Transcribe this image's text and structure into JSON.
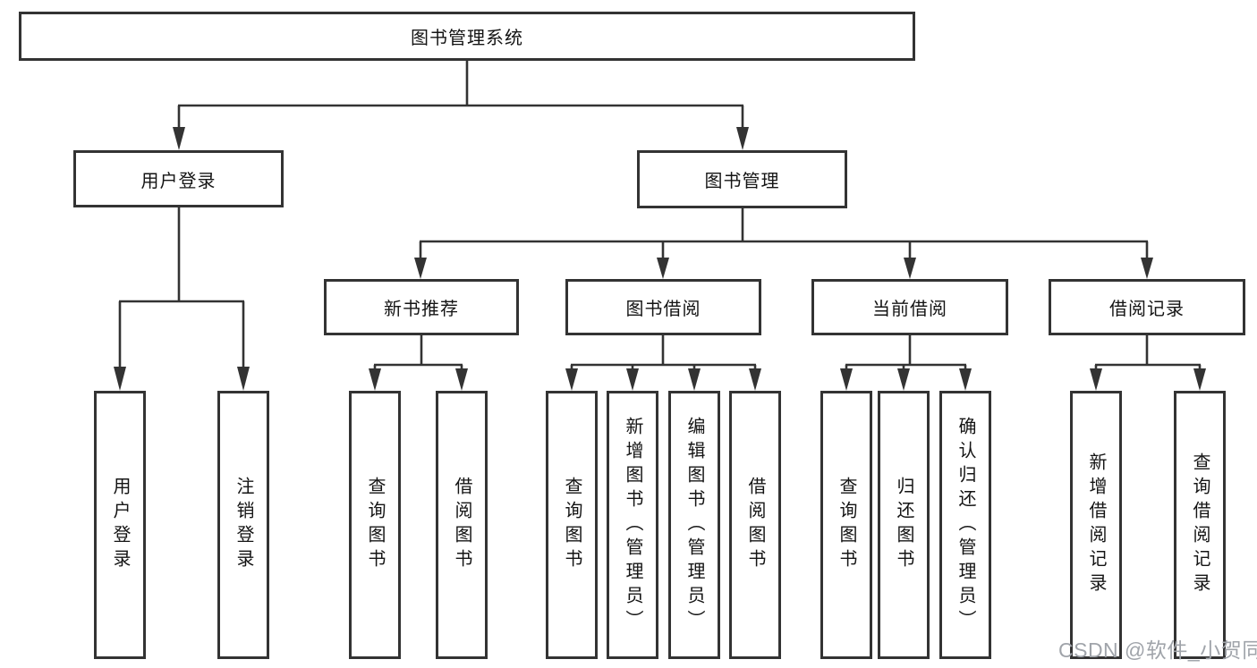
{
  "colors": {
    "border": "#333333",
    "line": "#333333",
    "text": "#141414",
    "watermark": "#a0a4aa",
    "background": "#ffffff"
  },
  "watermark": "CSDN @软件_小贺同学",
  "diagram": {
    "root": {
      "label": "图书管理系统"
    },
    "level2": [
      {
        "label": "用户登录"
      },
      {
        "label": "图书管理"
      }
    ],
    "level3": [
      {
        "label": "新书推荐"
      },
      {
        "label": "图书借阅"
      },
      {
        "label": "当前借阅"
      },
      {
        "label": "借阅记录"
      }
    ],
    "leaves": {
      "user_login": [
        {
          "label": "用户登录"
        },
        {
          "label": "注销登录"
        }
      ],
      "new_books": [
        {
          "label": "查询图书"
        },
        {
          "label": "借阅图书"
        }
      ],
      "book_borrow": [
        {
          "label": "查询图书"
        },
        {
          "label": "新增图书（管理员）"
        },
        {
          "label": "编辑图书（管理员）"
        },
        {
          "label": "借阅图书"
        }
      ],
      "current_borrow": [
        {
          "label": "查询图书"
        },
        {
          "label": "归还图书"
        },
        {
          "label": "确认归还（管理员）"
        }
      ],
      "borrow_records": [
        {
          "label": "新增借阅记录"
        },
        {
          "label": "查询借阅记录"
        }
      ]
    }
  }
}
